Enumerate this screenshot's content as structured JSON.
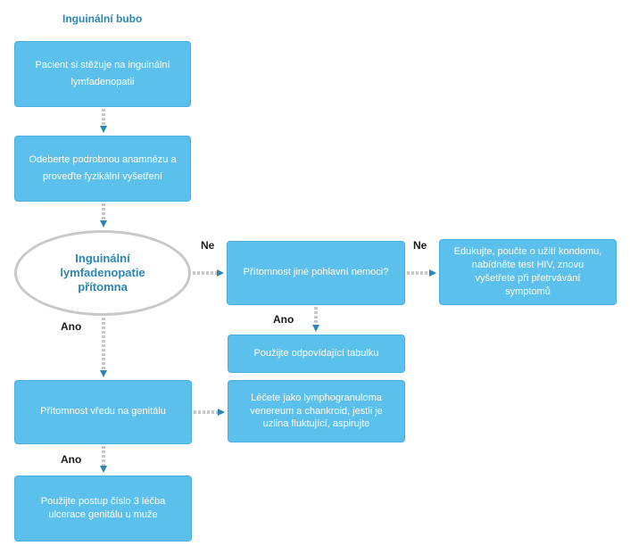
{
  "title": "Inguinální bubo",
  "nodes": {
    "start": "Pacient si stěžuje na inguinální lymfadenopatii",
    "history": "Odeberte podrobnou anamnézu a proveďte fyzikální vyšetření",
    "decision": "Inguinální lymfadenopatie přítomna",
    "other_std": "Přítomnost jiné pohlavní nemoci?",
    "educate": "Edukujte, poučte o užití kondomu, nabídněte test HIV, znovu vyšetřete při přetrvávání symptomů",
    "use_table": "Použijte odpovídající tabulku",
    "ulcer": "Přítomnost vředu na genitálu",
    "treat_lgv": "Léčete jako lymphogranuloma venereum a chankroid, jestli je uzlina fluktující, aspirujte",
    "ulcer_protocol": "Použijte postup číslo 3 léčba ulcerace genitálu u muže"
  },
  "labels": {
    "ne1": "Ne",
    "ne2": "Ne",
    "ano1": "Ano",
    "ano2": "Ano",
    "ano3": "Ano"
  },
  "colors": {
    "box_fill": "#5bc0ec",
    "connector": "#c8c8c8",
    "arrowhead": "#2a86b5",
    "title": "#2a86b5"
  }
}
